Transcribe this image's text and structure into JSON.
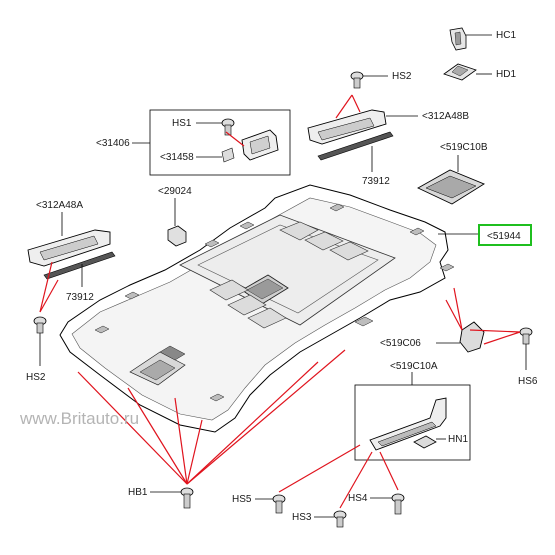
{
  "labels": {
    "hc1": "HC1",
    "hd1": "HD1",
    "hs2_top": "HS2",
    "p312a48b": "<312A48B",
    "p31406": "<31406",
    "hs1": "HS1",
    "p31458": "<31458",
    "n73912_right": "73912",
    "p519c10b": "<519C10B",
    "p29024": "<29024",
    "p312a48a": "<312A48A",
    "n73912_left": "73912",
    "p51944": "<51944",
    "hs2_left": "HS2",
    "p519c06": "<519C06",
    "hs6": "HS6",
    "p519c10a": "<519C10A",
    "hn1": "HN1",
    "hb1": "HB1",
    "hs5": "HS5",
    "hs3": "HS3",
    "hs4": "HS4"
  },
  "watermark": "www.Britauto.ru",
  "colors": {
    "highlight": "#1fbf1f",
    "leader_red": "#e0141e",
    "line": "#000000",
    "watermark": "#b4b4b4"
  }
}
